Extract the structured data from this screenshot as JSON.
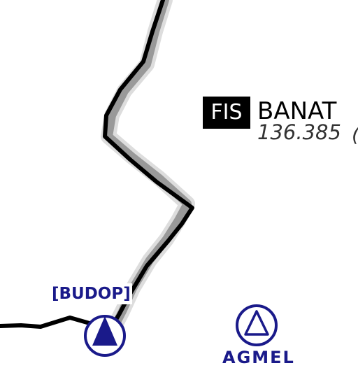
{
  "fis": {
    "badge": "FIS",
    "name": "BANAT",
    "frequency": "136.385",
    "trailing_text": "("
  },
  "waypoints": [
    {
      "id": "budop",
      "label": "[BUDOP]",
      "symbol": "compulsory-reporting-point"
    },
    {
      "id": "second",
      "label": "AGMEL",
      "symbol": "on-request-reporting-point"
    }
  ],
  "colors": {
    "border_line": "#000000",
    "border_shadow_inner": "#999999",
    "border_shadow_outer": "#dddddd",
    "waypoint": "#1a1a8a",
    "fis_badge_bg": "#000000",
    "fis_badge_text": "#ffffff"
  }
}
